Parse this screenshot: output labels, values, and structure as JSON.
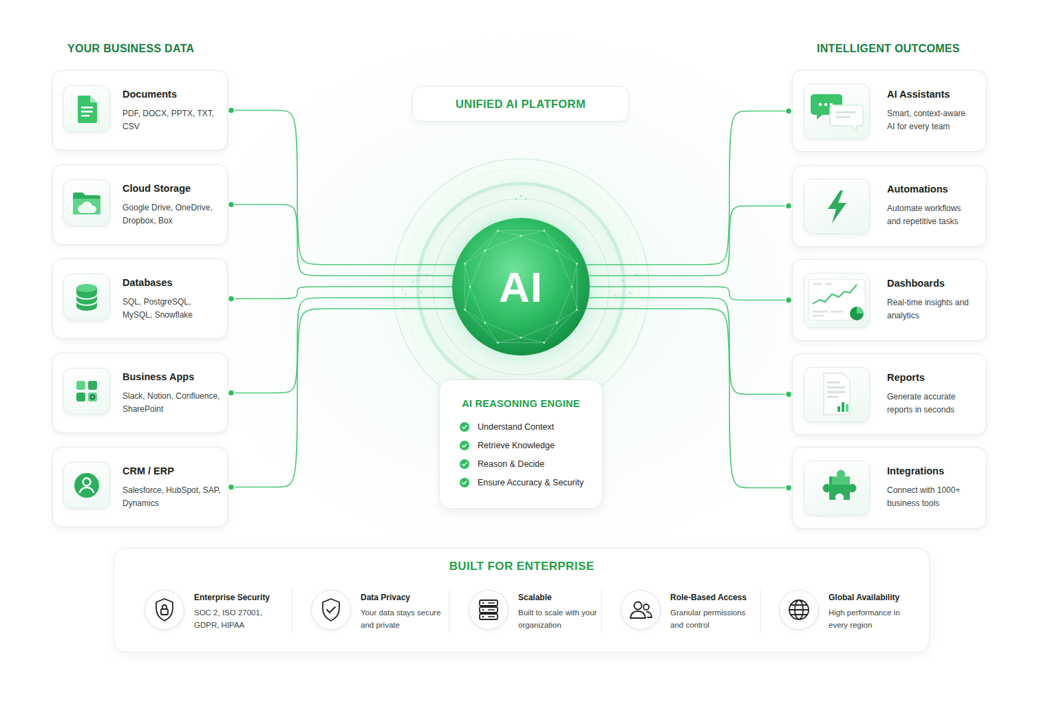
{
  "diagram": {
    "nodes": [
      {
        "text": [
          "Documents",
          "PDF, DOCX, PPTX, TXT, CSV"
        ]
      },
      {
        "text": [
          "Cloud Storage",
          "Google Drive, OneDrive, Dropbox, Box"
        ]
      },
      {
        "text": [
          "Databases",
          "SQL, PostgreSQL, MySQL, Snowflake"
        ]
      },
      {
        "text": [
          "Business Apps",
          "Slack, Notion, Confluence, SharePoint"
        ]
      },
      {
        "text": [
          "CRM / ERP",
          "Salesforce, HubSpot, SAP, Dynamics"
        ]
      },
      {
        "text": [
          "UNIFIED AI PLATFORM"
        ]
      },
      {
        "text": [
          "AI"
        ]
      },
      {
        "text": [
          "AI REASONING ENGINE",
          "Understand Context",
          "Retrieve Knowledge",
          "Reason & Decide",
          "Ensure Accuracy & Security"
        ]
      },
      {
        "text": [
          "AI Assistants",
          "Smart, context-aware AI for every team"
        ]
      },
      {
        "text": [
          "Automations",
          "Automate workflows and repetitive tasks"
        ]
      },
      {
        "text": [
          "Dashboards",
          "Real-time insights and analytics"
        ]
      },
      {
        "text": [
          "Reports",
          "Generate accurate reports in seconds"
        ]
      },
      {
        "text": [
          "Integrations",
          "Connect with 1000+ business tools"
        ]
      },
      {
        "text": [
          "BUILT FOR ENTERPRISE"
        ]
      },
      {
        "text": [
          "Enterprise Security",
          "SOC 2, ISO 27001, GDPR, HIPAA"
        ],
        "in": 13
      },
      {
        "text": [
          "Data Privacy",
          "Your data stays secure and private"
        ],
        "in": 13
      },
      {
        "text": [
          "Scalable",
          "Built to scale with your organization"
        ],
        "in": 13
      },
      {
        "text": [
          "Role-Based Access",
          "Granular permissions and control"
        ],
        "in": 13
      },
      {
        "text": [
          "Global Availability",
          "High performance in every region"
        ],
        "in": 13
      }
    ],
    "edges": [
      {
        "from": 0,
        "to": 6,
        "arrow": "none"
      },
      {
        "from": 1,
        "to": 6,
        "arrow": "none"
      },
      {
        "from": 2,
        "to": 6,
        "arrow": "none"
      },
      {
        "from": 3,
        "to": 6,
        "arrow": "none"
      },
      {
        "from": 4,
        "to": 6,
        "arrow": "none"
      },
      {
        "from": 6,
        "to": 8,
        "arrow": "none"
      },
      {
        "from": 6,
        "to": 9,
        "arrow": "none"
      },
      {
        "from": 6,
        "to": 10,
        "arrow": "none"
      },
      {
        "from": 6,
        "to": 11,
        "arrow": "none"
      },
      {
        "from": 6,
        "to": 12,
        "arrow": "none"
      }
    ],
    "labels": [
      "YOUR BUSINESS DATA",
      "INTELLIGENT OUTCOMES"
    ]
  }
}
